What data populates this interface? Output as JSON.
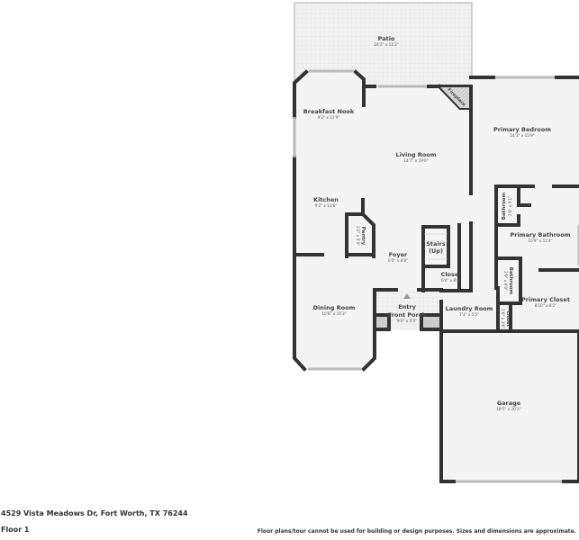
{
  "address": "4529 Vista Meadows Dr, Fort Worth, TX 76244",
  "floor_label": "Floor 1",
  "disclaimer": "Floor plans/tour cannot be used for building or design purposes. Sizes and dimensions are approximate.",
  "rooms": {
    "patio": {
      "name": "Patio",
      "dims": "24'2\" x 11'2\""
    },
    "breakfast_nook": {
      "name": "Breakfast Nook",
      "dims": "9'2\" x 12'9\""
    },
    "fireplace": {
      "name": "Fireplace"
    },
    "living_room": {
      "name": "Living Room",
      "dims": "14'7\" x 19'0\""
    },
    "primary_bedroom": {
      "name": "Primary Bedroom",
      "dims": "14'3\" x 15'9\""
    },
    "kitchen": {
      "name": "Kitchen",
      "dims": "9'2\" x 13'6\""
    },
    "pantry": {
      "name": "Pantry",
      "dims": "2'2\" x 5'3\""
    },
    "bathroom_1": {
      "name": "Bathroom",
      "dims": "2'6\" x 5'1\""
    },
    "primary_bathroom": {
      "name": "Primary Bathroom",
      "dims": "10'9\" x 11'4\""
    },
    "stairs": {
      "name": "Stairs",
      "sub": "(Up)"
    },
    "foyer": {
      "name": "Foyer",
      "dims": "6'5\" x 8'8\""
    },
    "closet_1": {
      "name": "Closet",
      "dims": "6'4\" x 8'8\""
    },
    "bathroom_2": {
      "name": "Bathroom",
      "dims": "2'9\" x 6'0\""
    },
    "primary_closet": {
      "name": "Primary Closet",
      "dims": "8'10\" x 8'2\""
    },
    "dining_room": {
      "name": "Dining Room",
      "dims": "10'8\" x 15'3\""
    },
    "entry": {
      "name": "Entry",
      "sub": "Front Porch",
      "dims": "9'0\" x 5'0\""
    },
    "laundry_room": {
      "name": "Laundry Room",
      "dims": "7'3\" x 5'5\""
    },
    "closet_2": {
      "name": "Closet",
      "dims": "1'6\" x 3'6\""
    },
    "garage": {
      "name": "Garage",
      "dims": "18'5\" x 20'3\""
    }
  }
}
